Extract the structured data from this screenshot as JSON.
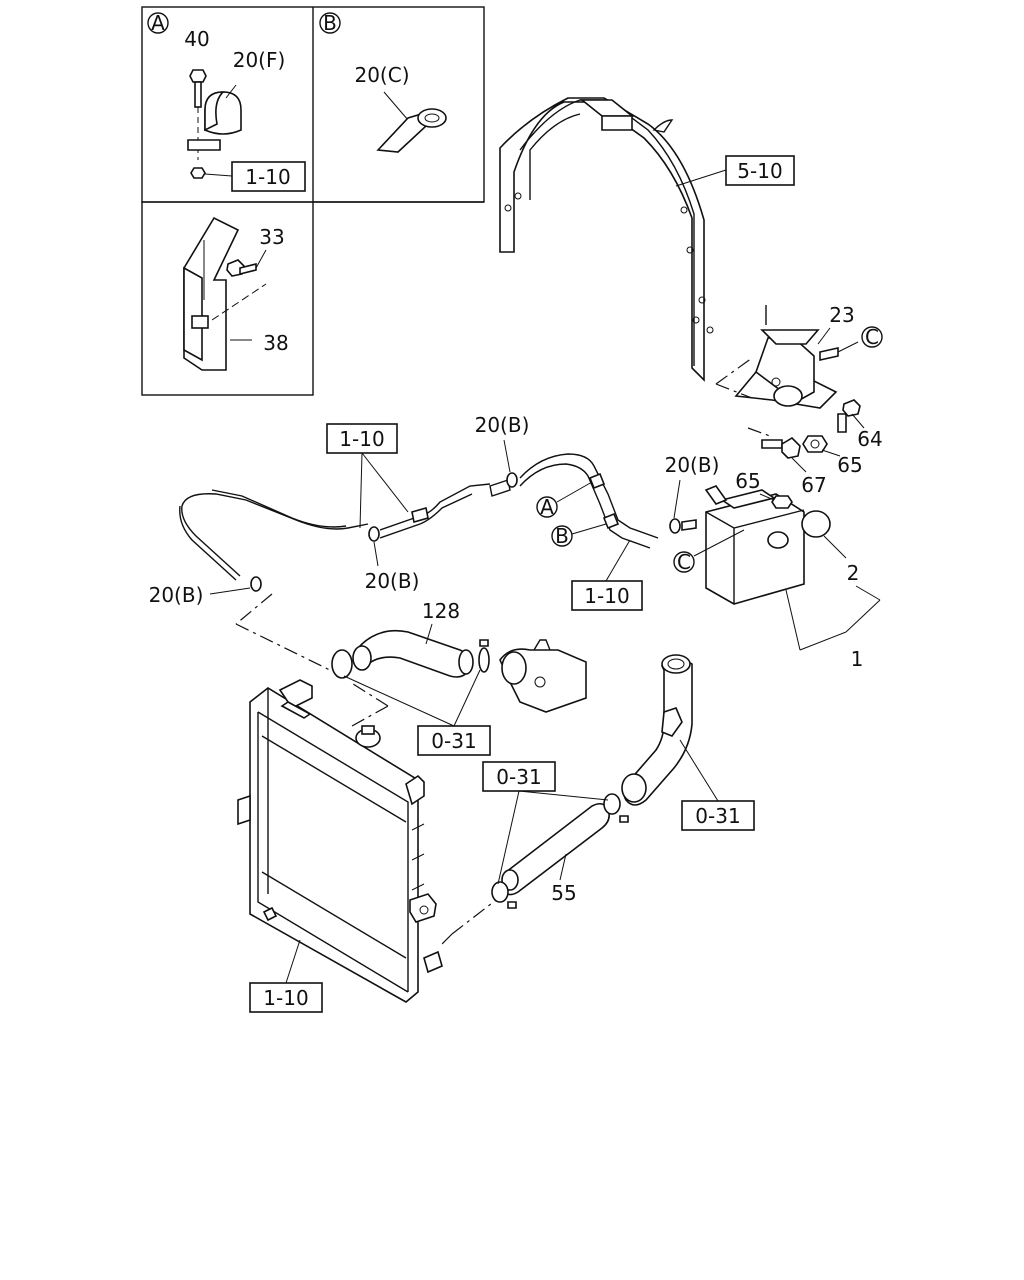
{
  "insets": {
    "A": {
      "letter": "A",
      "part_40": "40",
      "part_20f": "20(F)",
      "ref": "1-10"
    },
    "B": {
      "letter": "B",
      "part_20c": "20(C)"
    },
    "C_bracket": {
      "part_33": "33",
      "part_38": "38"
    }
  },
  "main": {
    "ref_frame": "5-10",
    "part_23": "23",
    "circle_c_top": "C",
    "part_64": "64",
    "part_65_lower": "65",
    "part_67": "67",
    "part_65_upper": "65",
    "part_2": "2",
    "part_1": "1",
    "circle_c_tank": "C",
    "part_20b_tank": "20(B)",
    "ref_hose_left": "1-10",
    "part_20b_top": "20(B)",
    "part_20b_mid": "20(B)",
    "part_20b_left": "20(B)",
    "circle_a": "A",
    "circle_b": "B",
    "ref_hose_mid": "1-10",
    "part_128": "128",
    "ref_031_top": "0-31",
    "ref_031_mid": "0-31",
    "ref_031_right": "0-31",
    "part_55": "55",
    "ref_radiator": "1-10"
  }
}
